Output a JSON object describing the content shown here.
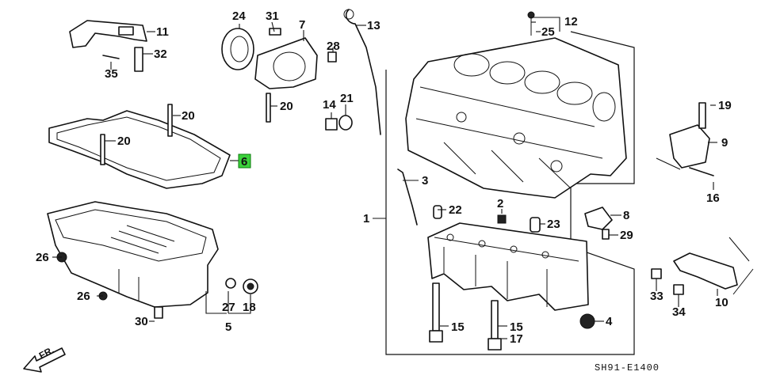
{
  "diagram": {
    "code": "SH91-E1400",
    "front_marker": "FR.",
    "highlight_color": "#3bd13b",
    "callouts": [
      {
        "id": "c1",
        "label": "1",
        "highlighted": false
      },
      {
        "id": "c2",
        "label": "2",
        "highlighted": false
      },
      {
        "id": "c3",
        "label": "3",
        "highlighted": false
      },
      {
        "id": "c4",
        "label": "4",
        "highlighted": false
      },
      {
        "id": "c5",
        "label": "5",
        "highlighted": false
      },
      {
        "id": "c6",
        "label": "6",
        "highlighted": true
      },
      {
        "id": "c7",
        "label": "7",
        "highlighted": false
      },
      {
        "id": "c8",
        "label": "8",
        "highlighted": false
      },
      {
        "id": "c9",
        "label": "9",
        "highlighted": false
      },
      {
        "id": "c10",
        "label": "10",
        "highlighted": false
      },
      {
        "id": "c11",
        "label": "11",
        "highlighted": false
      },
      {
        "id": "c12",
        "label": "12",
        "highlighted": false
      },
      {
        "id": "c13",
        "label": "13",
        "highlighted": false
      },
      {
        "id": "c14",
        "label": "14",
        "highlighted": false
      },
      {
        "id": "c15a",
        "label": "15",
        "highlighted": false
      },
      {
        "id": "c15b",
        "label": "15",
        "highlighted": false
      },
      {
        "id": "c16",
        "label": "16",
        "highlighted": false
      },
      {
        "id": "c17",
        "label": "17",
        "highlighted": false
      },
      {
        "id": "c18",
        "label": "18",
        "highlighted": false
      },
      {
        "id": "c19",
        "label": "19",
        "highlighted": false
      },
      {
        "id": "c20a",
        "label": "20",
        "highlighted": false
      },
      {
        "id": "c20b",
        "label": "20",
        "highlighted": false
      },
      {
        "id": "c20c",
        "label": "20",
        "highlighted": false
      },
      {
        "id": "c21",
        "label": "21",
        "highlighted": false
      },
      {
        "id": "c22",
        "label": "22",
        "highlighted": false
      },
      {
        "id": "c23",
        "label": "23",
        "highlighted": false
      },
      {
        "id": "c24",
        "label": "24",
        "highlighted": false
      },
      {
        "id": "c25",
        "label": "25",
        "highlighted": false
      },
      {
        "id": "c26a",
        "label": "26",
        "highlighted": false
      },
      {
        "id": "c26b",
        "label": "26",
        "highlighted": false
      },
      {
        "id": "c27",
        "label": "27",
        "highlighted": false
      },
      {
        "id": "c28",
        "label": "28",
        "highlighted": false
      },
      {
        "id": "c29",
        "label": "29",
        "highlighted": false
      },
      {
        "id": "c30",
        "label": "30",
        "highlighted": false
      },
      {
        "id": "c31",
        "label": "31",
        "highlighted": false
      },
      {
        "id": "c32",
        "label": "32",
        "highlighted": false
      },
      {
        "id": "c33",
        "label": "33",
        "highlighted": false
      },
      {
        "id": "c34",
        "label": "34",
        "highlighted": false
      },
      {
        "id": "c35",
        "label": "35",
        "highlighted": false
      }
    ]
  }
}
